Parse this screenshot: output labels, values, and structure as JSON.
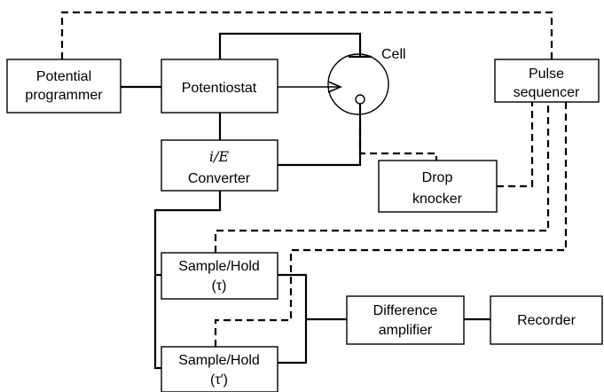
{
  "diagram": {
    "boxes": {
      "potential_programmer": [
        "Potential",
        "programmer"
      ],
      "potentiostat": [
        "Potentiostat"
      ],
      "ie_converter": [
        "i/E",
        "Converter"
      ],
      "pulse_sequencer": [
        "Pulse",
        "sequencer"
      ],
      "drop_knocker": [
        "Drop",
        "knocker"
      ],
      "sample_hold_1": [
        "Sample/Hold",
        "(τ)"
      ],
      "sample_hold_2": [
        "Sample/Hold",
        "(τ′)"
      ],
      "difference_amplifier": [
        "Difference",
        "amplifier"
      ],
      "recorder": [
        "Recorder"
      ]
    },
    "cell_label": "Cell"
  }
}
